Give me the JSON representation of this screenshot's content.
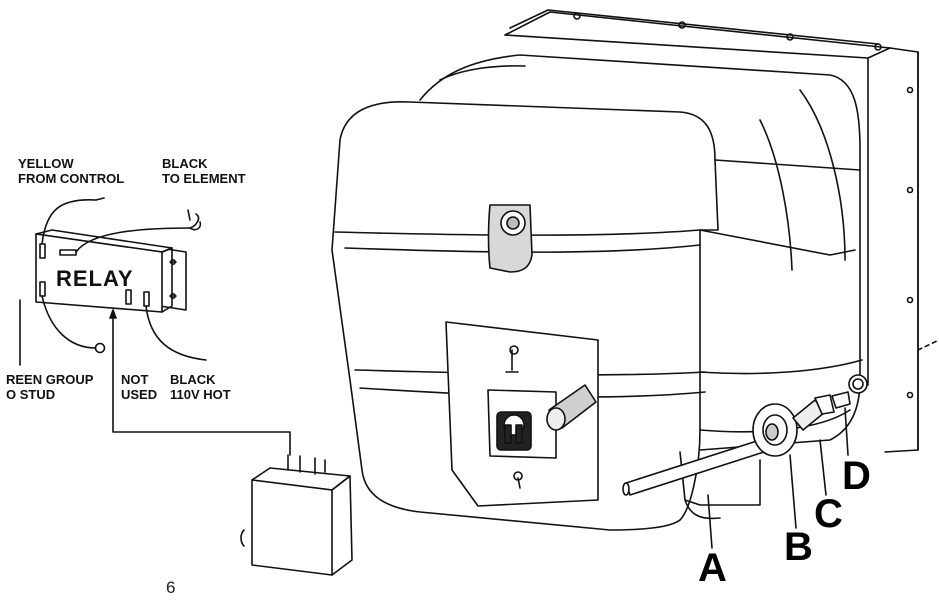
{
  "relay": {
    "title": "RELAY",
    "labels": {
      "yellow": "YELLOW\nFROM CONTROL",
      "black_element": "BLACK\nTO ELEMENT",
      "green": "REEN GROUP\nO STUD",
      "not_used": "NOT\nUSED",
      "black_hot": "BLACK\n110V HOT"
    }
  },
  "callouts": [
    "A",
    "B",
    "C",
    "D"
  ],
  "page_number": "6"
}
